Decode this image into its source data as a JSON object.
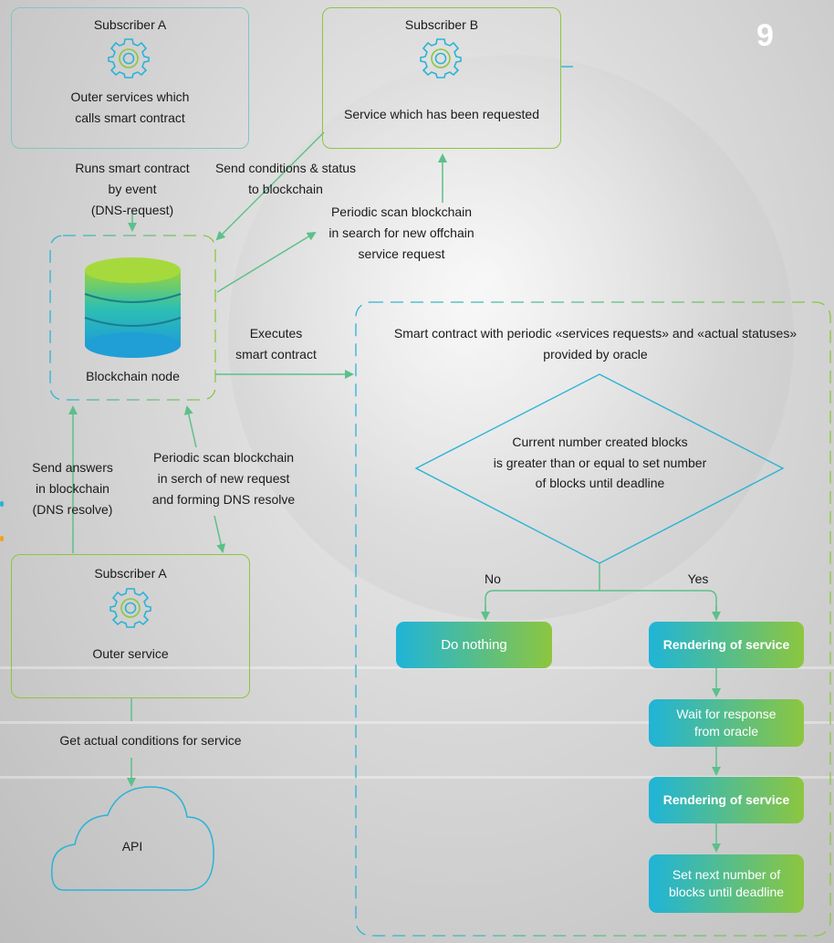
{
  "page_number": "9",
  "subscriber_a_top": {
    "title": "Subscriber A",
    "desc_line1": "Outer services which",
    "desc_line2": "calls smart contract"
  },
  "subscriber_b": {
    "title": "Subscriber B",
    "desc": "Service which has been requested"
  },
  "labels": {
    "runs_1": "Runs smart contract",
    "runs_2": "by event",
    "runs_3": "(DNS-request)",
    "send_cond_1": "Send conditions & status",
    "send_cond_2": "to blockchain",
    "periodic_b_1": "Periodic scan blockchain",
    "periodic_b_2": "in search for new offchain",
    "periodic_b_3": "service request",
    "executes_1": "Executes",
    "executes_2": "smart contract",
    "send_ans_1": "Send answers",
    "send_ans_2": "in blockchain",
    "send_ans_3": "(DNS resolve)",
    "periodic_a_1": "Periodic scan blockchain",
    "periodic_a_2": "in serch of new request",
    "periodic_a_3": "and forming DNS resolve",
    "get_actual": "Get actual conditions for service"
  },
  "blockchain_node": {
    "label": "Blockchain node"
  },
  "subscriber_a_bottom": {
    "title": "Subscriber A",
    "desc": "Outer service"
  },
  "api": {
    "label": "API"
  },
  "smart_contract": {
    "title_1": "Smart contract with periodic «services requests» and «actual statuses»",
    "title_2": "provided by oracle",
    "condition_1": "Current number created blocks",
    "condition_2": "is greater than or equal to set number",
    "condition_3": "of blocks until deadline",
    "no_label": "No",
    "yes_label": "Yes",
    "do_nothing": "Do nothing",
    "step_1": "Rendering of service",
    "step_2_1": "Wait for response",
    "step_2_2": "from oracle",
    "step_3": "Rendering of service",
    "step_4_1": "Set next number of",
    "step_4_2": "blocks until deadline"
  },
  "colors": {
    "accent_blue": "#2bb3d6",
    "accent_green": "#8cc63f",
    "arrow_green": "#5cc08a"
  }
}
